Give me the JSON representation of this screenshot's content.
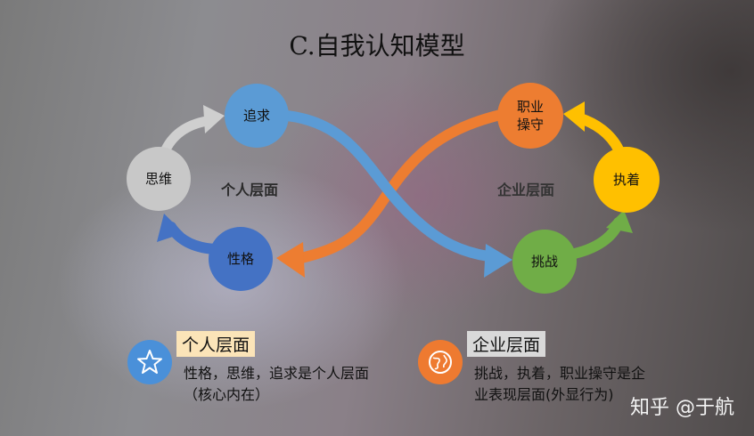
{
  "title": "C.自我认知模型",
  "nodes": {
    "zhuiqiu": "追求",
    "siwei": "思维",
    "xingge": "性格",
    "zhiye": "职业\n操守",
    "zhizhuo": "执着",
    "tiaozhan": "挑战"
  },
  "layers": {
    "personal": "个人层面",
    "enterprise": "企业层面"
  },
  "legend": {
    "personal": {
      "title": "个人层面",
      "desc": "性格，思维，追求是个人层面（核心内在）",
      "icon": "star-icon",
      "color": "#4a90d9"
    },
    "enterprise": {
      "title": "企业层面",
      "desc": "挑战，执着，职业操守是企业表现层面(外显行为)",
      "icon": "globe-icon",
      "color": "#ee7a30"
    }
  },
  "watermark": "知乎 @于航",
  "colors": {
    "blue_arrow": "#5b9bd5",
    "orange_arrow": "#ed7d31",
    "gray": "#c8c8c8",
    "dark_blue": "#4472c4",
    "gold": "#ffc000",
    "green": "#70ad47"
  }
}
